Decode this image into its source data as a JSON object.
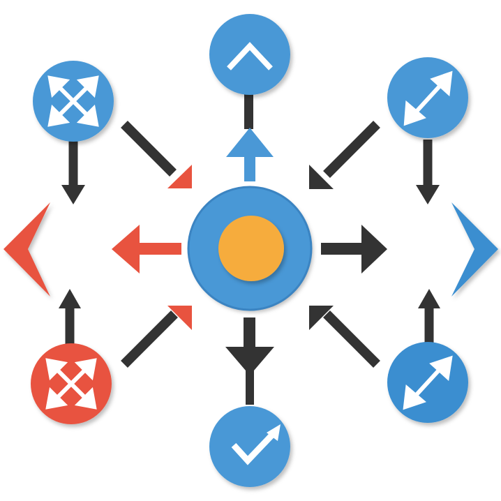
{
  "colors": {
    "blue": "#4a98d6",
    "blue_dark": "#3b84c2",
    "red": "#e8533f",
    "red_dark": "#d0412f",
    "orange": "#f6ac3e",
    "arrow_dark": "#333333",
    "white": "#ffffff"
  },
  "nodes": [
    {
      "id": "center",
      "icon": "hub-core-icon"
    },
    {
      "id": "top",
      "icon": "chevron-up-icon"
    },
    {
      "id": "top-left",
      "icon": "move-arrows-icon"
    },
    {
      "id": "top-right",
      "icon": "diagonal-resize-icon"
    },
    {
      "id": "bottom",
      "icon": "checkmark-icon"
    },
    {
      "id": "bottom-left",
      "icon": "move-arrows-icon"
    },
    {
      "id": "bottom-right",
      "icon": "diagonal-resize-icon"
    },
    {
      "id": "left-edge",
      "icon": "chevron-left-icon"
    },
    {
      "id": "right-edge",
      "icon": "chevron-right-icon"
    }
  ]
}
